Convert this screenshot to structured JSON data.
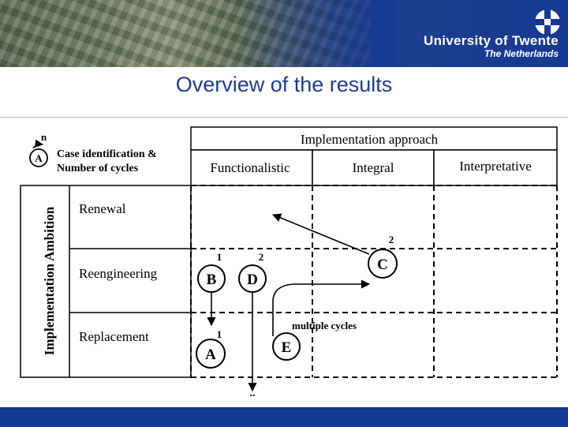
{
  "header": {
    "university_name": "University of Twente",
    "university_subtitle": "The Netherlands"
  },
  "slide": {
    "title": "Overview of the results"
  },
  "legend": {
    "arrow_label": "n",
    "node_label": "A",
    "line1": "Case identification &",
    "line2": "Number of cycles"
  },
  "table": {
    "approach_header": "Implementation approach",
    "columns": [
      "Functionalistic",
      "Integral",
      "Interpretative"
    ],
    "ambition_header": "Implementation Ambition",
    "rows": [
      "Renewal",
      "Reengineering",
      "Replacement"
    ]
  },
  "cases": {
    "A": "A",
    "B": "B",
    "C": "C",
    "D": "D",
    "E": "E"
  },
  "annotations": {
    "b_cycles": "1",
    "d_cycles": "2",
    "c_cycles": "2",
    "a_cycles": "1",
    "e_label": "multiple cycles"
  },
  "colors": {
    "brand_blue": "#163a93",
    "title_blue": "#1f3f8c"
  }
}
